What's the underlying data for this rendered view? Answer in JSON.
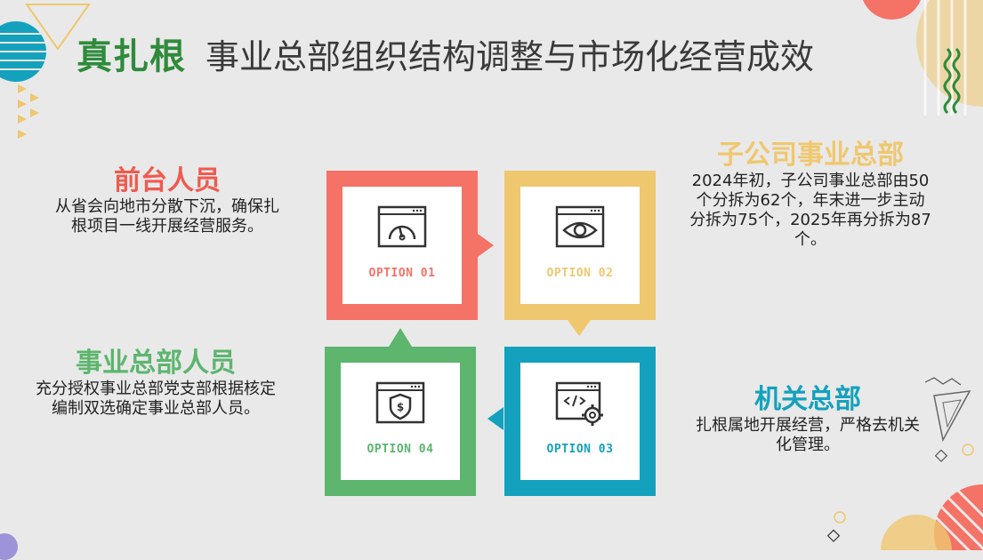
{
  "title": {
    "tag": "真扎根",
    "main": "事业总部组织结构调整与市场化经营成效"
  },
  "colors": {
    "red": "#f47266",
    "yellow": "#efc76f",
    "teal": "#14a1bd",
    "green": "#5db56e",
    "title_green": "#2e8b3a"
  },
  "squares": [
    {
      "option": "OPTION 01",
      "icon": "dashboard-window-icon",
      "color": "#f47266"
    },
    {
      "option": "OPTION 02",
      "icon": "eye-window-icon",
      "color": "#efc76f"
    },
    {
      "option": "OPTION 03",
      "icon": "code-gear-window-icon",
      "color": "#14a1bd"
    },
    {
      "option": "OPTION 04",
      "icon": "shield-dollar-window-icon",
      "color": "#5db56e"
    }
  ],
  "blocks": {
    "front": {
      "heading": "前台人员",
      "line1": "从省会向地市分散下沉，确保扎",
      "line2": "根项目一线开展经营服务。"
    },
    "subsidiary": {
      "heading": "子公司事业总部",
      "line1": "2024年初，子公司事业总部由50",
      "line2": "个分拆为62个，年末进一步主动",
      "line3": "分拆为75个，2025年再分拆为87",
      "line4": "个。"
    },
    "hq": {
      "heading": "事业总部人员",
      "line1": "充分授权事业总部党支部根据核定",
      "line2": "编制双选确定事业总部人员。"
    },
    "agency": {
      "heading": "机关总部",
      "line1": "扎根属地开展经营，严格去机关",
      "line2": "化管理。"
    }
  }
}
